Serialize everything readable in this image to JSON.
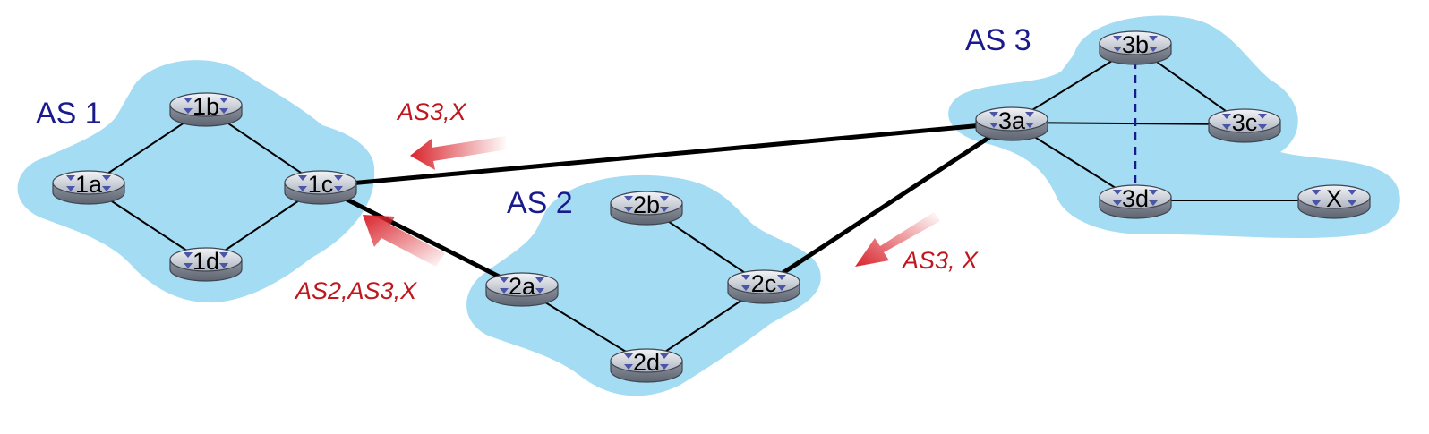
{
  "colors": {
    "cloud": "#a4dcf3",
    "as_label": "#1a1a8c",
    "route_label": "#c0171f",
    "arrow": "#d9242c",
    "link": "#000000",
    "ibgp_link": "#1a1a8c"
  },
  "autonomous_systems": [
    {
      "id": "as1",
      "label": "AS 1"
    },
    {
      "id": "as2",
      "label": "AS 2"
    },
    {
      "id": "as3",
      "label": "AS 3"
    }
  ],
  "routers": [
    {
      "id": "1a",
      "label": "1a"
    },
    {
      "id": "1b",
      "label": "1b"
    },
    {
      "id": "1c",
      "label": "1c"
    },
    {
      "id": "1d",
      "label": "1d"
    },
    {
      "id": "2a",
      "label": "2a"
    },
    {
      "id": "2b",
      "label": "2b"
    },
    {
      "id": "2c",
      "label": "2c"
    },
    {
      "id": "2d",
      "label": "2d"
    },
    {
      "id": "3a",
      "label": "3a"
    },
    {
      "id": "3b",
      "label": "3b"
    },
    {
      "id": "3c",
      "label": "3c"
    },
    {
      "id": "3d",
      "label": "3d"
    },
    {
      "id": "x",
      "label": "X"
    }
  ],
  "links": [
    {
      "from": "1a",
      "to": "1b",
      "style": "thin"
    },
    {
      "from": "1a",
      "to": "1d",
      "style": "thin"
    },
    {
      "from": "1b",
      "to": "1c",
      "style": "thin"
    },
    {
      "from": "1d",
      "to": "1c",
      "style": "thin"
    },
    {
      "from": "2b",
      "to": "2c",
      "style": "thin"
    },
    {
      "from": "2a",
      "to": "2d",
      "style": "thin"
    },
    {
      "from": "2d",
      "to": "2c",
      "style": "thin"
    },
    {
      "from": "3a",
      "to": "3b",
      "style": "thin"
    },
    {
      "from": "3a",
      "to": "3c",
      "style": "thin"
    },
    {
      "from": "3a",
      "to": "3d",
      "style": "thin"
    },
    {
      "from": "3b",
      "to": "3c",
      "style": "thin"
    },
    {
      "from": "3d",
      "to": "x",
      "style": "thin"
    },
    {
      "from": "3b",
      "to": "3d",
      "style": "dashed"
    },
    {
      "from": "1c",
      "to": "3a",
      "style": "thick"
    },
    {
      "from": "1c",
      "to": "2a",
      "style": "thick"
    },
    {
      "from": "2c",
      "to": "3a",
      "style": "thick"
    }
  ],
  "route_advertisements": [
    {
      "id": "adv-as3x-to-1c",
      "label": "AS3,X"
    },
    {
      "id": "adv-as2as3x-to-1c",
      "label": "AS2,AS3,X"
    },
    {
      "id": "adv-as3x-to-2c",
      "label": "AS3, X"
    }
  ]
}
